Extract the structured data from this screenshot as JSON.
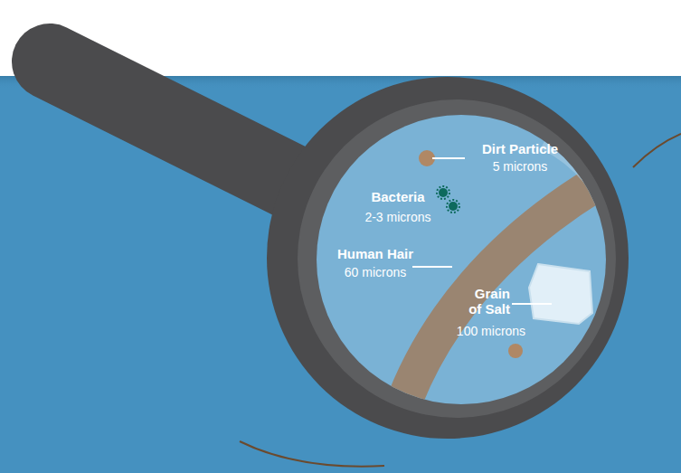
{
  "diagram": {
    "labels": [
      "Dirt Particle",
      "5 microns",
      "Bacteria",
      "2-3 microns",
      "Human Hair",
      "60 microns",
      "Grain of Salt",
      "100 microns"
    ]
  }
}
